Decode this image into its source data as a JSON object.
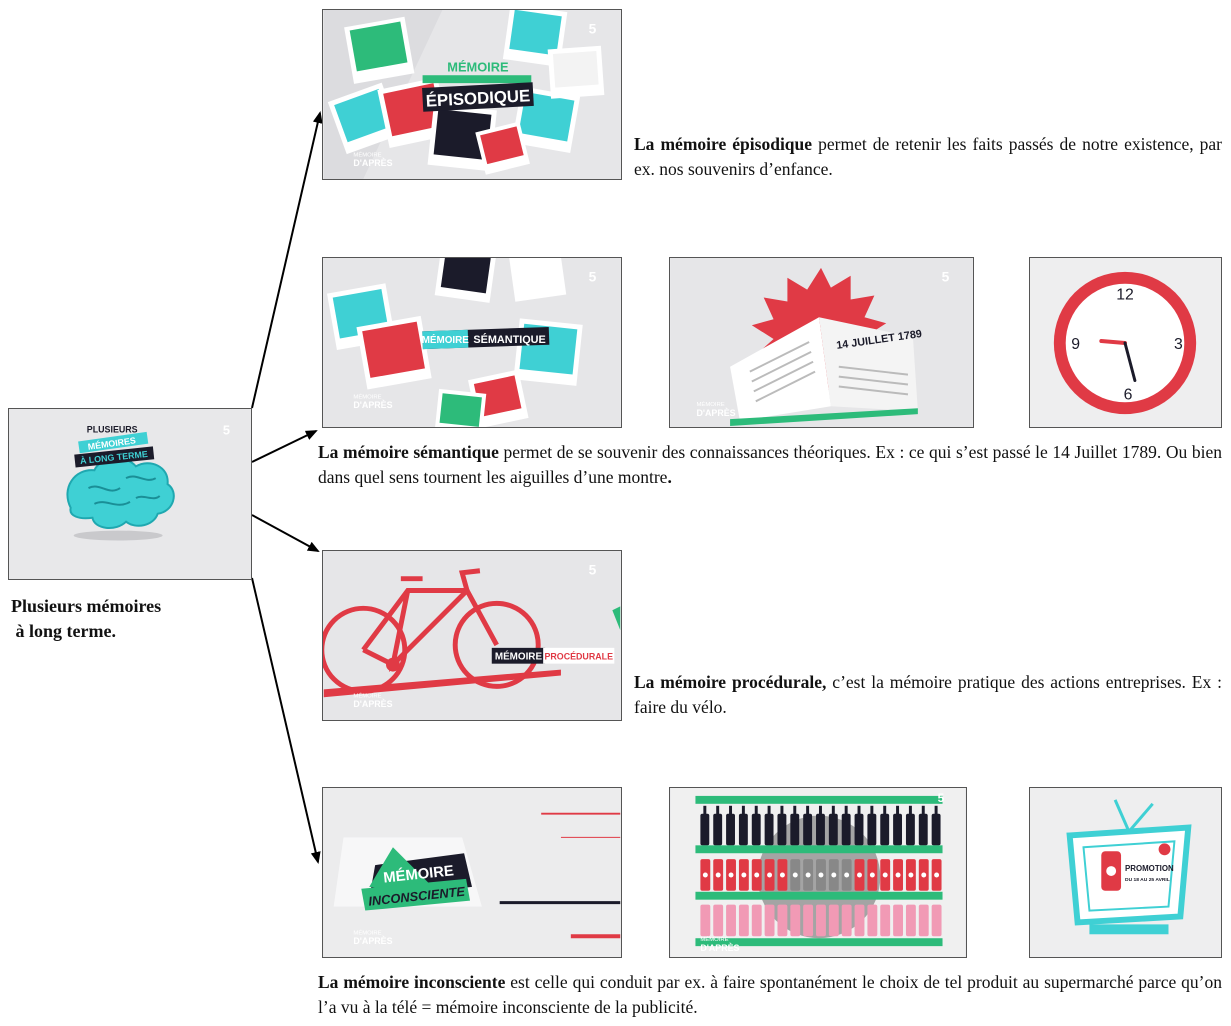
{
  "source": {
    "caption_line1": "Plusieurs mémoires",
    "caption_line2": " à long terme.",
    "thumb_title_top": "PLUSIEURS",
    "thumb_title_mid": "MÉMOIRES",
    "thumb_title_bottom": "À LONG TERME"
  },
  "channel_logo": "5",
  "show_logo_line1": "MÉMOIRE",
  "show_logo_line2": "D'APRÈS",
  "episodic": {
    "thumb_label_top": "MÉMOIRE",
    "thumb_label_bottom": "ÉPISODIQUE",
    "term": "La mémoire épisodique",
    "text": " permet de retenir les faits passés de notre existence, par ex. nos souvenirs d’enfance."
  },
  "semantic": {
    "thumb_label_a": "MÉMOIRE",
    "thumb_label_b": "SÉMANTIQUE",
    "newspaper_headline": "14 JUILLET 1789",
    "clock_numbers": [
      "12",
      "3",
      "6",
      "9"
    ],
    "term": "La mémoire sémantique",
    "text": " permet de se souvenir des connaissances théoriques. Ex : ce qui s’est passé le 14 Juillet 1789. Ou bien dans quel sens tournent les aiguilles d’une montre",
    "text_end": "."
  },
  "procedural": {
    "thumb_label_a": "MÉMOIRE",
    "thumb_label_b": "PROCÉDURALE",
    "term": "La mémoire procédurale,",
    "text": " c’est la mémoire pratique des actions entreprises. Ex : faire du vélo."
  },
  "unconscious": {
    "thumb_label_top": "MÉMOIRE",
    "thumb_label_bottom": "INCONSCIENTE",
    "promo_title": "PROMOTION",
    "promo_dates": "DU 18 AU 25 AVRIL",
    "term": "La mémoire inconsciente",
    "text": " est celle qui conduit par ex. à faire spontanément le choix de tel produit au supermarché parce qu’on l’a vu à la télé = mémoire inconsciente de la publicité."
  },
  "colors": {
    "teal": "#3fd0d4",
    "green": "#2dbb7a",
    "red": "#e03a45",
    "dark": "#1b1b2a",
    "pink": "#f19ab5"
  }
}
